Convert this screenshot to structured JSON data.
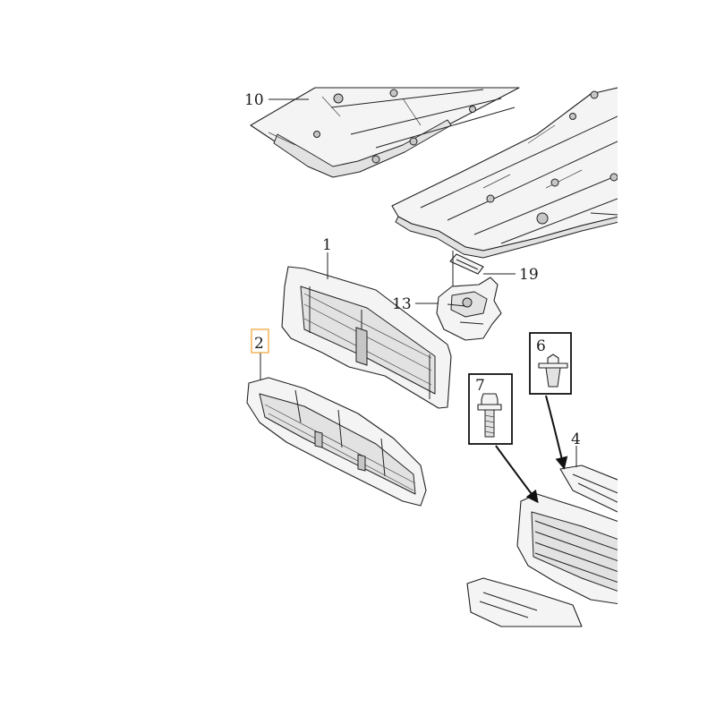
{
  "diagram": {
    "callouts": [
      {
        "id": "10",
        "text": "10"
      },
      {
        "id": "1",
        "text": "1"
      },
      {
        "id": "19",
        "text": "19"
      },
      {
        "id": "13",
        "text": "13"
      },
      {
        "id": "2",
        "text": "2",
        "highlighted": true
      },
      {
        "id": "6",
        "text": "6"
      },
      {
        "id": "7",
        "text": "7"
      },
      {
        "id": "4",
        "text": "4"
      }
    ],
    "colors": {
      "line": "#222222",
      "fill": "#f4f4f4",
      "highlight": "#f0a030"
    }
  }
}
